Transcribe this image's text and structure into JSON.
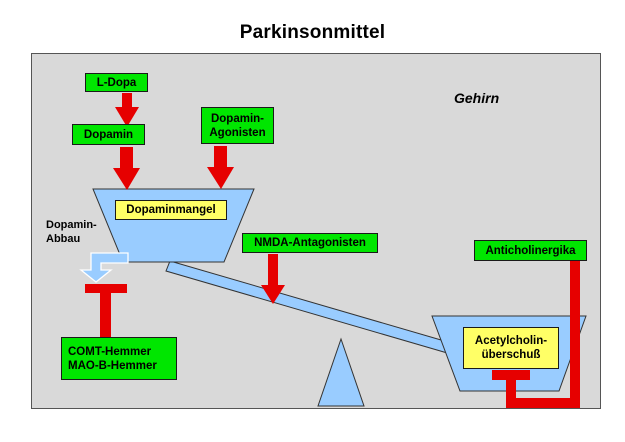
{
  "title": "Parkinsonmittel",
  "region_label": "Gehirn",
  "side_note": "Dopamin-\nAbbau",
  "drugs": {
    "ldopa": "L-Dopa",
    "dopamine": "Dopamin",
    "agonists": "Dopamin-\nAgonisten",
    "nmda": "NMDA-Antagonisten",
    "anticholinergics": "Anticholinergika",
    "inhibitors": "COMT-Hemmer\nMAO-B-Hemmer"
  },
  "states": {
    "dopamine_deficit": "Dopaminmangel",
    "acetylcholine_excess": "Acetylcholin-\nüberschuß"
  },
  "colors": {
    "panel": "#d9d9d9",
    "drug_box": "#00e600",
    "state_box": "#ffff66",
    "arrow": "#e60000",
    "container": "#99ccff"
  }
}
